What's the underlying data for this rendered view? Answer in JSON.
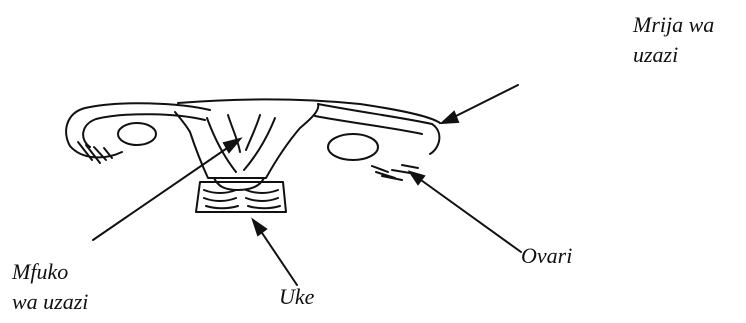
{
  "labels": {
    "fallopian_tube": [
      "Mrija wa",
      "uzazi"
    ],
    "uterus": [
      "Mfuko",
      "wa uzazi"
    ],
    "vagina": "Uke",
    "ovary": "Ovari"
  },
  "colors": {
    "ink": "#111111",
    "background": "#ffffff"
  }
}
